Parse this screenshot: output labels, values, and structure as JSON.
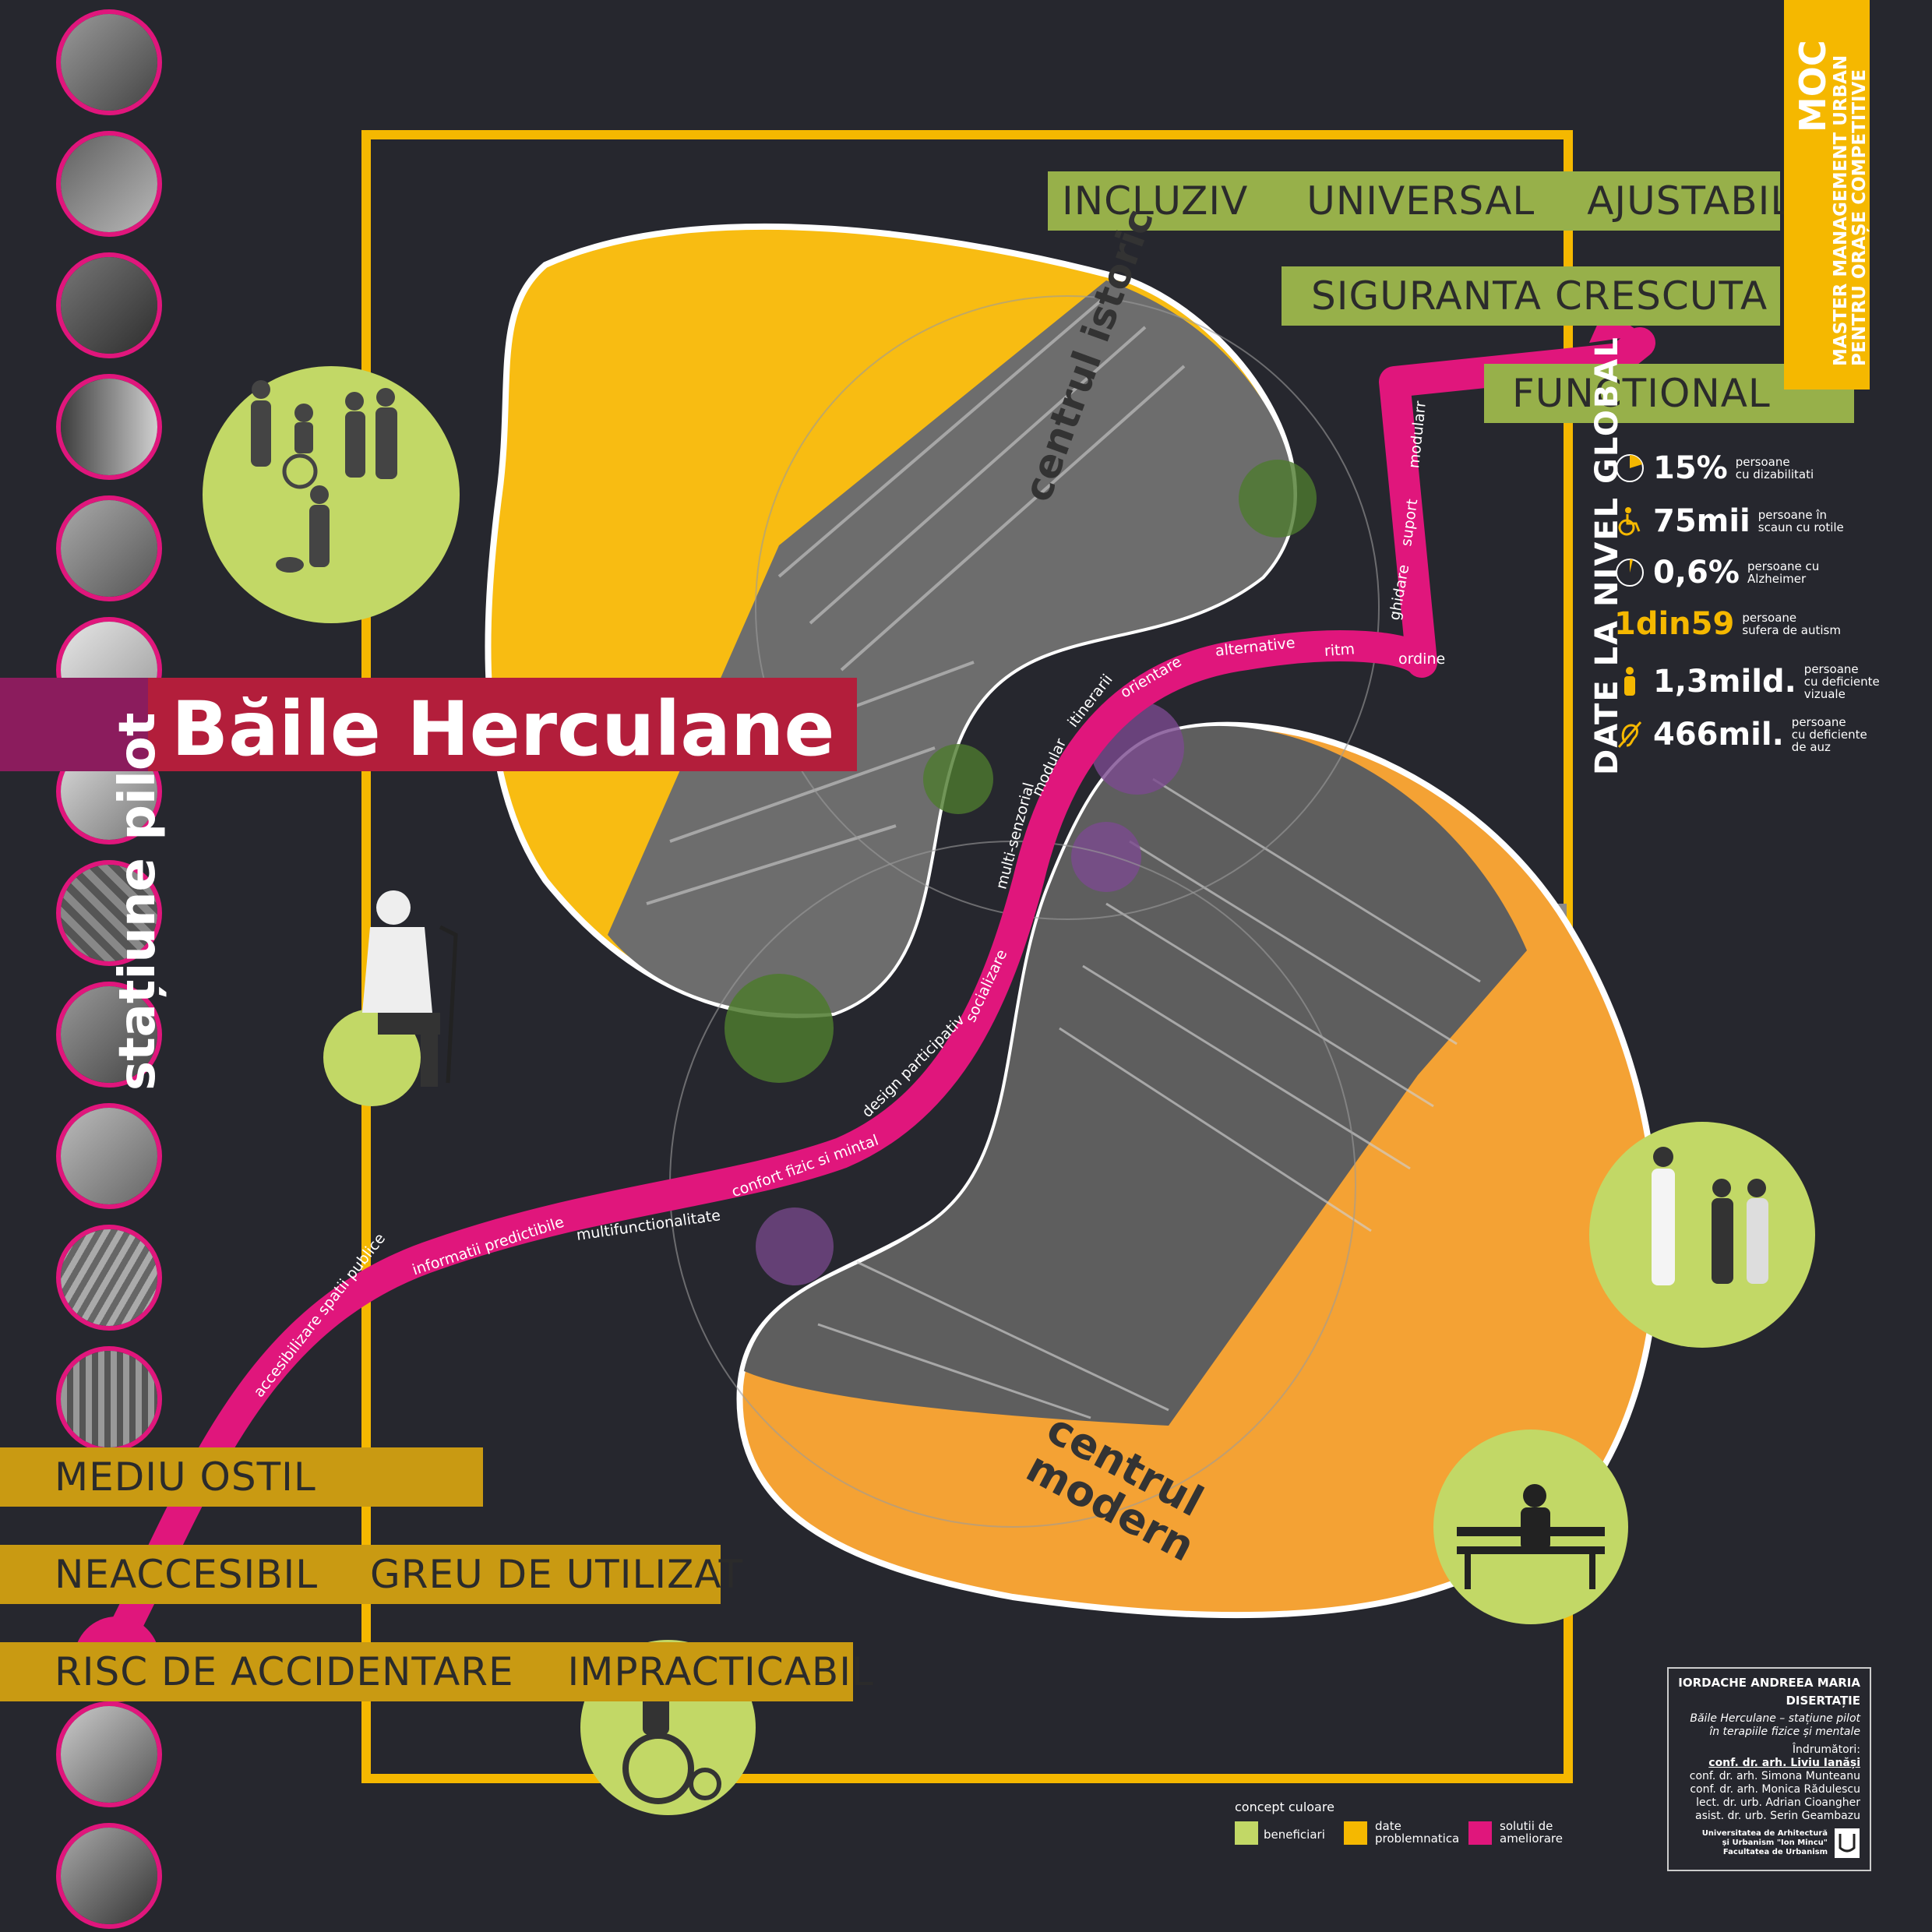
{
  "title": "Băile Herculane",
  "subtitle": "stațiune pilot",
  "moc": {
    "acronym": "MOC",
    "line1": "MASTER MANAGEMENT URBAN",
    "line2": "PENTRU ORAȘE COMPETITIVE"
  },
  "positive_tags": {
    "row1": [
      "INCLUZIV",
      "UNIVERSAL",
      "AJUSTABIL"
    ],
    "row2": "SIGURANTA CRESCUTA",
    "row3": "FUNCTIONAL"
  },
  "negative_tags": {
    "row1": "MEDIU OSTIL",
    "row2": [
      "NEACCESIBIL",
      "GREU DE UTILIZAT"
    ],
    "row3": [
      "RISC DE ACCIDENTARE",
      "IMPRACTICABIL"
    ]
  },
  "zones": {
    "historic": "centrul istoric",
    "modern": "centrul modern"
  },
  "path_words": [
    "accesibilizare spatii publice",
    "informatii predictibile",
    "multifunctionalitate",
    "confort fizic si mintal",
    "design participativ",
    "socializare",
    "multi-senzorial",
    "modular",
    "itinerarii",
    "orientare",
    "alternative",
    "ritm",
    "ordine",
    "ghidare",
    "suport",
    "modularr"
  ],
  "stats": {
    "heading": "DATE LA NIVEL GLOBAL",
    "items": [
      {
        "icon": "pie-15-icon",
        "value": "15%",
        "label1": "persoane",
        "label2": "cu dizabilitati",
        "label3": ""
      },
      {
        "icon": "wheelchair-icon",
        "value": "75mii",
        "label1": "persoane în",
        "label2": "scaun cu rotile",
        "label3": ""
      },
      {
        "icon": "pie-small-icon",
        "value": "0,6%",
        "label1": "persoane cu",
        "label2": "Alzheimer",
        "label3": ""
      },
      {
        "icon": "",
        "value": "1din59",
        "label1": "persoane",
        "label2": "sufera de autism",
        "label3": ""
      },
      {
        "icon": "person-icon",
        "value": "1,3mild.",
        "label1": "persoane",
        "label2": "cu deficiente",
        "label3": "vizuale"
      },
      {
        "icon": "ear-icon",
        "value": "466mil.",
        "label1": "persoane",
        "label2": "cu deficiente",
        "label3": "de auz"
      }
    ]
  },
  "legend": {
    "title": "concept culoare",
    "items": [
      {
        "label1": "beneficiari",
        "label2": "",
        "color": "#c2d866"
      },
      {
        "label1": "date",
        "label2": "problemnatica",
        "color": "#f5b800"
      },
      {
        "label1": "solutii de",
        "label2": "ameliorare",
        "color": "#e0167c"
      }
    ]
  },
  "credits": {
    "author": "IORDACHE ANDREEA MARIA",
    "kind": "DISERTAȚIE",
    "work1": "Băile Herculane – stațiune pilot",
    "work2": "în terapiile fizice și mentale",
    "advisors_label": "Îndrumători:",
    "advisors": [
      "conf. dr. arh. Liviu Ianăși",
      "conf. dr. arh. Simona Munteanu",
      "conf. dr. arh. Monica Rădulescu",
      "lect. dr. urb. Adrian Cioangher",
      "asist. dr. urb. Serin Geambazu"
    ],
    "uni1": "Universitatea de Arhitectură",
    "uni2": "și Urbanism \"Ion Mincu\"",
    "uni3": "Facultatea de Urbanism"
  },
  "colors": {
    "background": "#26272e",
    "yellow": "#f5b800",
    "orange": "#f4a234",
    "magenta": "#e0167c",
    "lime": "#c2d866",
    "green_tag": "#97b04a",
    "gold_tag": "#c99a12"
  }
}
